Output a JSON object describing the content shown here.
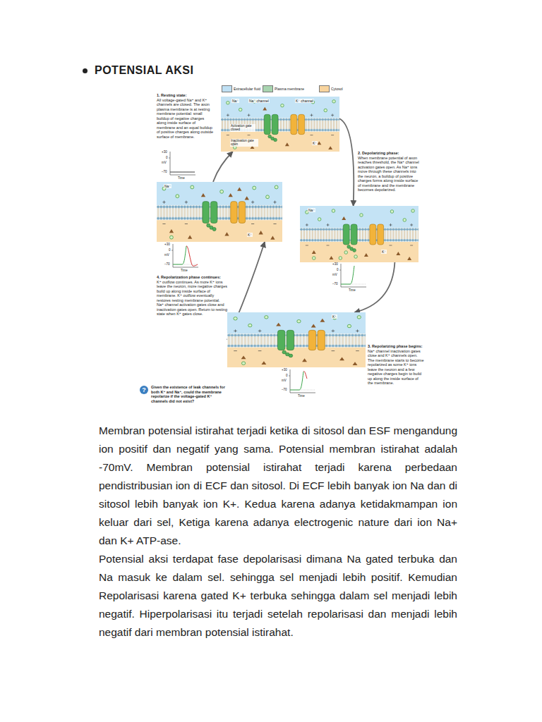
{
  "diagram": {
    "title": "POTENSIAL AKSI",
    "nodes": [
      {
        "text": [
          "1. Resting state:",
          "All voltage-gated Na⁺ and K⁺ channels are closed. The axon plasma membrane is at resting membrane potential: small buildup of negative charges along inside surface of membrane and an equal buildup of positive charges along outside surface of membrane."
        ]
      },
      {
        "text": [
          "2. Depolarizing phase:",
          "When membrane potential of axon reaches threshold, the Na⁺ channel activation gates open. As Na⁺ ions move through these channels into the neuron, a buildup of positive charges forms along inside surface of membrane and the membrane becomes depolarized."
        ]
      },
      {
        "text": [
          "3. Repolarizing phase begins:",
          "Na⁺ channel inactivation gates close and K⁺ channels open. The membrane starts to become repolarized as some K⁺ ions leave the neuron and a few negative charges begin to build up along the inside surface of the membrane."
        ]
      },
      {
        "text": [
          "4. Repolarization phase continues:",
          "K⁺ outflow continues. As more K⁺ ions leave the neuron, more negative charges build up along inside surface of membrane. K⁺ outflow eventually restores resting membrane potential. Na⁺ channel activation gates close and inactivation gates open. Return to resting state when K⁺ gates close."
        ]
      }
    ],
    "edges": [
      {
        "from": 0,
        "to": 1,
        "arrow": "to"
      },
      {
        "from": 1,
        "to": 2,
        "arrow": "to"
      },
      {
        "from": 2,
        "to": 3,
        "arrow": "to"
      },
      {
        "from": 3,
        "to": 0,
        "arrow": "to"
      }
    ],
    "labels": [
      "Na⁺",
      "Na⁺ channel",
      "K⁺ channel",
      "Activation gate closed",
      "Inactivation gate open",
      "K⁺",
      "+30",
      "0",
      "mV",
      "–70",
      "Time",
      "Na⁺",
      "K⁺",
      "+30",
      "0",
      "mV",
      "–70",
      "Time",
      "Na⁺",
      "K⁺",
      "+30",
      "0",
      "mV",
      "–70",
      "Time",
      "K⁺",
      "+30",
      "0",
      "mV",
      "–70",
      "Time",
      "?",
      "Given the existence of leak channels for both K⁺ and Na⁺, could the membrane repolarize if the voltage-gated K⁺ channels did not exist?",
      "Membran potensial istirahat terjadi ketika di sitosol dan ESF mengandung ion positif dan negatif yang sama. Potensial membran istirahat adalah -70mV. Membran potensial istirahat terjadi karena perbedaan pendistribusian ion di ECF dan sitosol. Di ECF lebih banyak ion Na dan di sitosol lebih banyak ion K+. Kedua karena adanya ketidakmampan ion keluar dari sel, Ketiga karena adanya electrogenic nature dari ion Na+ dan K+ ATP-ase.",
      "Potensial aksi terdapat fase depolarisasi dimana Na gated terbuka dan Na masuk ke dalam sel. sehingga sel menjadi lebih positif. Kemudian Repolarisasi karena gated K+ terbuka sehingga dalam sel menjadi lebih negatif. Hiperpolarisasi itu terjadi setelah repolarisasi dan menjadi lebih negatif dari membran potensial istirahat."
    ],
    "legend": [
      {
        "text": "Extracellular fluid",
        "color": "#bfe0f4"
      },
      {
        "text": "Plasma membrane",
        "color": "#a8d4b0"
      },
      {
        "text": "Cytosol",
        "color": "#f8d49e"
      }
    ]
  }
}
